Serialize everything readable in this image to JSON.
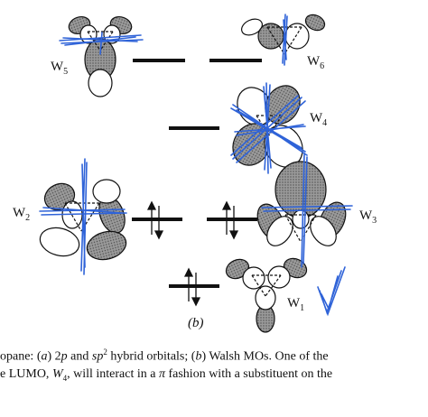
{
  "figure": {
    "panel_label": "(b)",
    "orbitals": [
      {
        "id": "W5",
        "letter": "W",
        "sub": "5"
      },
      {
        "id": "W6",
        "letter": "W",
        "sub": "6"
      },
      {
        "id": "W4",
        "letter": "W",
        "sub": "4"
      },
      {
        "id": "W2",
        "letter": "W",
        "sub": "2"
      },
      {
        "id": "W3",
        "letter": "W",
        "sub": "3"
      },
      {
        "id": "W1",
        "letter": "W",
        "sub": "1"
      }
    ]
  },
  "caption": {
    "line1": {
      "t1": "opane: (",
      "a": "a",
      "t2": ") 2",
      "p": "p",
      "t3": " and ",
      "sp": "sp",
      "sup": "2",
      "t4": " hybrid orbitals; (",
      "b": "b",
      "t5": ") Walsh MOs. One of the"
    },
    "line2": {
      "t1": "e LUMO, ",
      "W": "W",
      "sub": "4",
      "t2": ", will interact in a ",
      "pi": "π",
      "t3": " fashion with a substituent on the"
    }
  },
  "colors": {
    "ink": "#111111",
    "shade": "#8a8a8a",
    "annotation_blue": "#2f63d8"
  }
}
